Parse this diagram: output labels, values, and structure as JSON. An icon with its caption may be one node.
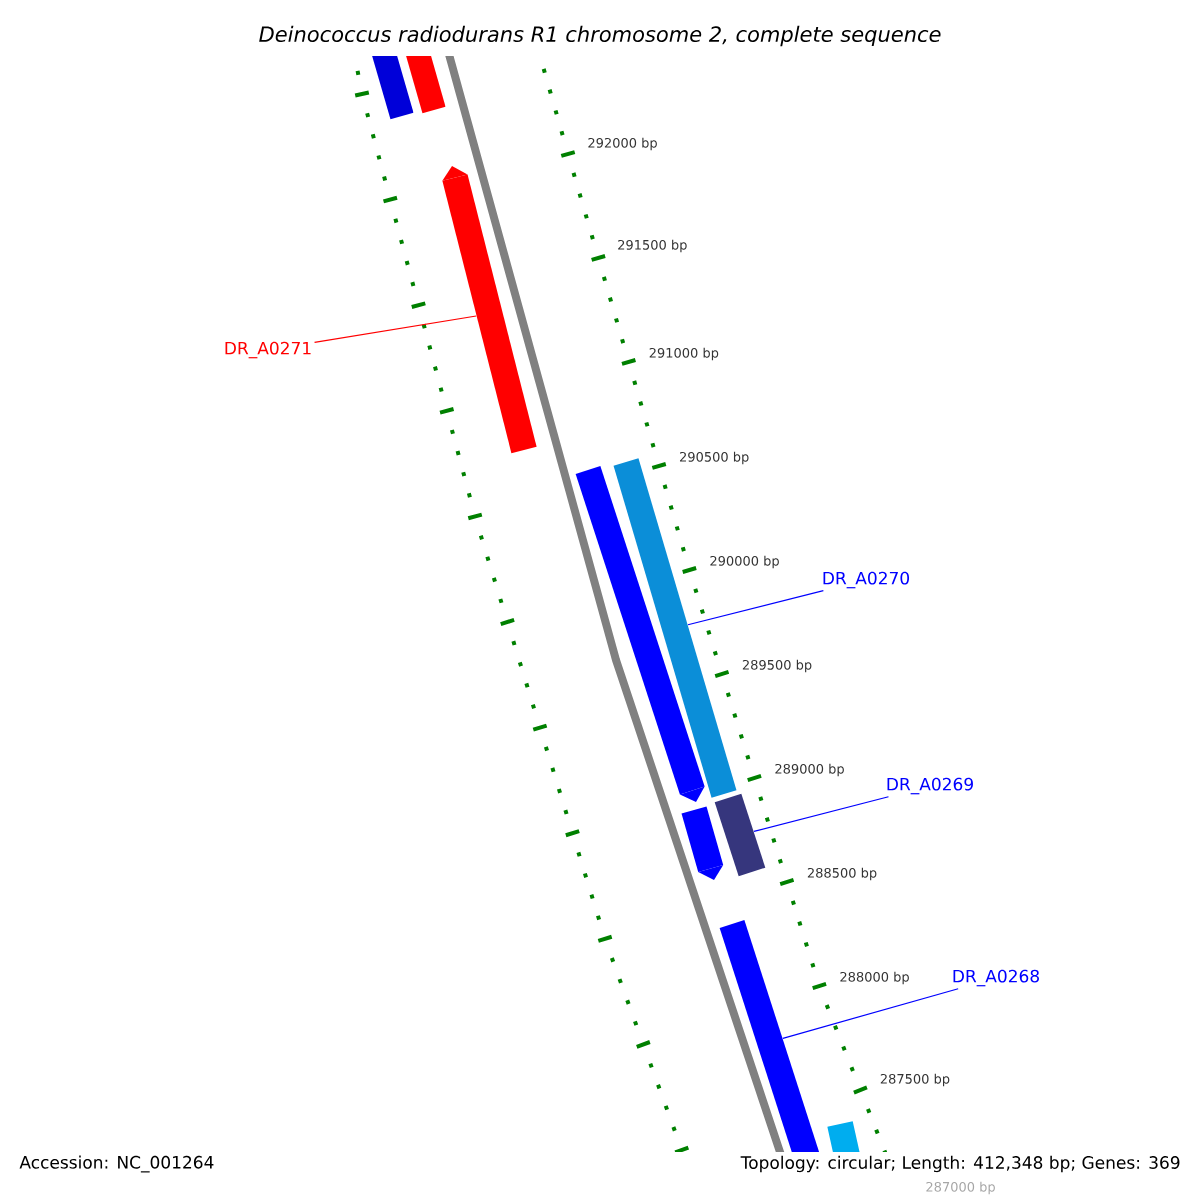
{
  "diagram": {
    "title": "Deinococcus radiodurans R1 chromosome 2, complete sequence",
    "nodes": [
      {
        "text": [],
        "shape": "bar"
      },
      {
        "text": [],
        "shape": "bar"
      },
      {
        "text": [],
        "shape": "bar"
      },
      {
        "text": [
          "DR_A0271"
        ]
      },
      {
        "text": [],
        "shape": "bar"
      },
      {
        "text": [],
        "shape": "bar"
      },
      {
        "text": [
          "DR_A0270"
        ]
      },
      {
        "text": [],
        "shape": "bar"
      },
      {
        "text": [],
        "shape": "bar"
      },
      {
        "text": [
          "DR_A0269"
        ]
      },
      {
        "text": [],
        "shape": "bar"
      },
      {
        "text": [
          "DR_A0268"
        ]
      },
      {
        "text": [],
        "shape": "bar"
      }
    ],
    "edges": [
      {
        "from": 3,
        "to": 2,
        "arrow": "none",
        "color": "#ff0000"
      },
      {
        "from": 6,
        "to": 5,
        "arrow": "none"
      },
      {
        "from": 9,
        "to": 8,
        "arrow": "none"
      },
      {
        "from": 11,
        "to": 10,
        "arrow": "none"
      }
    ],
    "labels": [
      "292000 bp",
      "291500 bp",
      "291000 bp",
      "290500 bp",
      "290000 bp",
      "289500 bp",
      "289000 bp",
      "288500 bp",
      "288000 bp",
      "287500 bp",
      "287000 bp",
      "Accession: NC_001264",
      "Topology: circular; Length: 412,348 bp; Genes: 369"
    ]
  }
}
